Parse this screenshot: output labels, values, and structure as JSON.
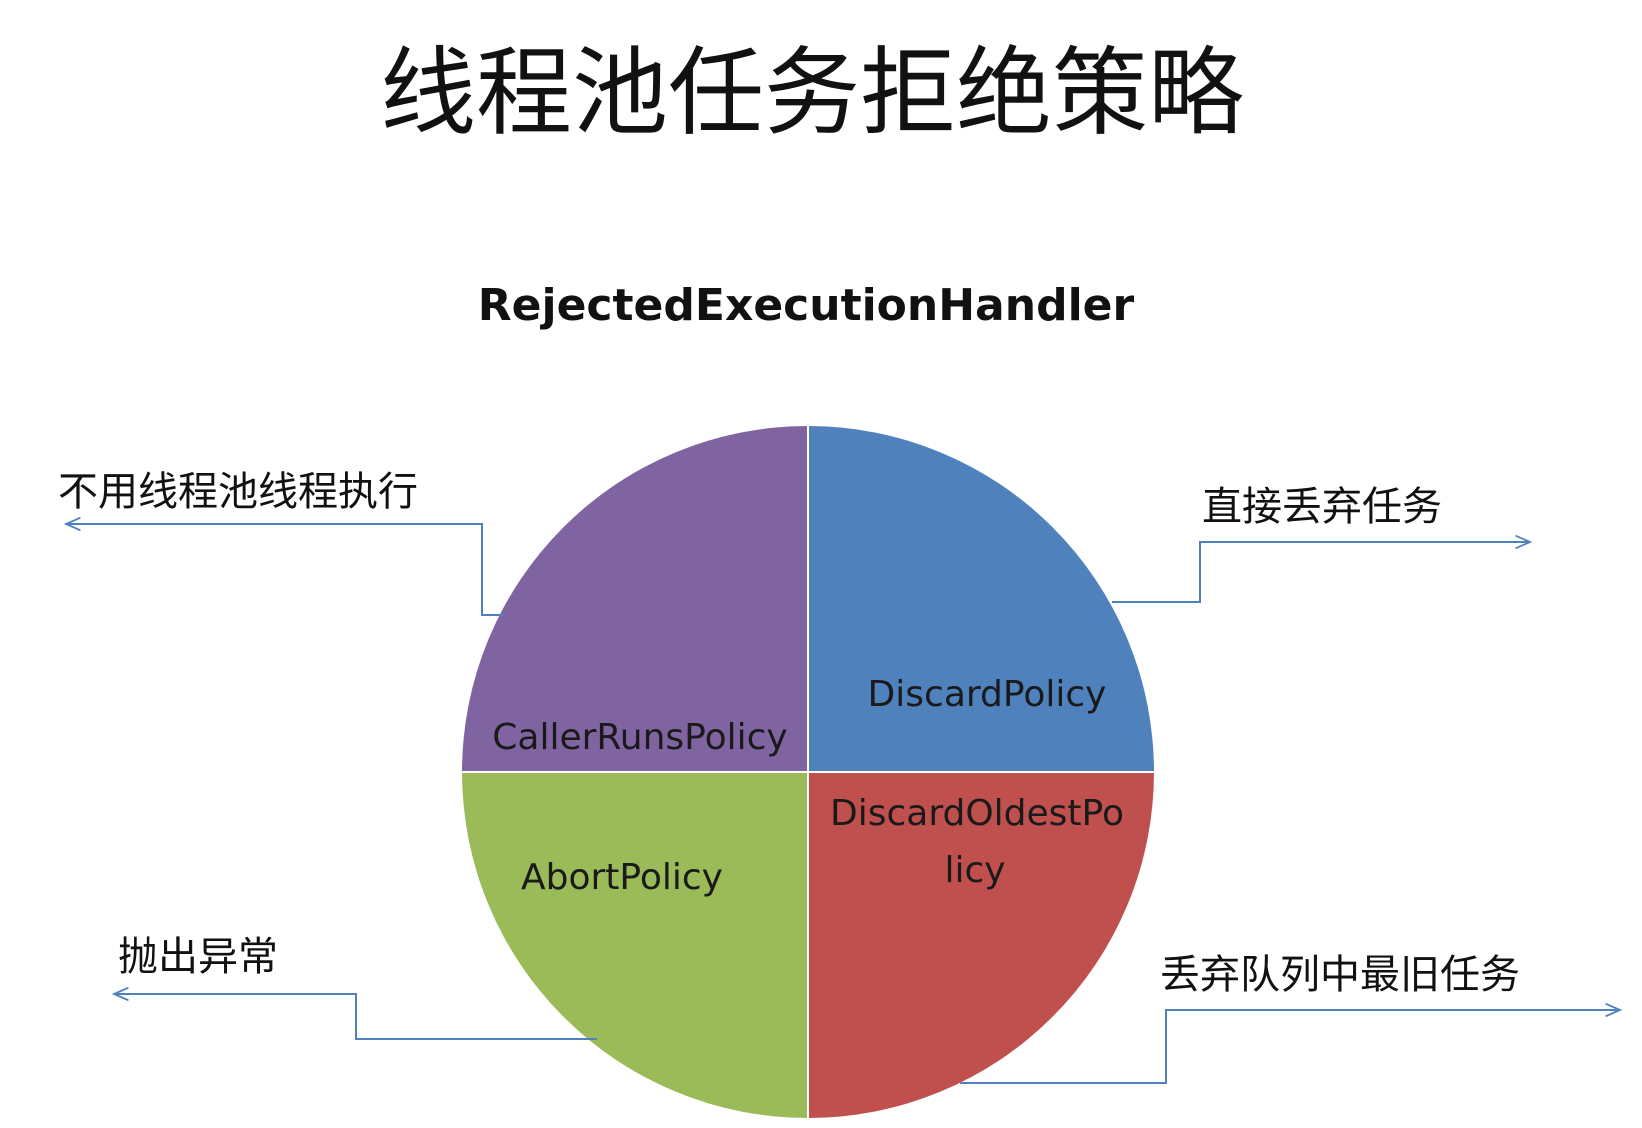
{
  "title": "线程池任务拒绝策略",
  "subtitle": "RejectedExecutionHandler",
  "slices": [
    {
      "id": "discard",
      "label": [
        "DiscardPolicy"
      ],
      "color": "#4f81bd"
    },
    {
      "id": "discard-oldest",
      "label": [
        "DiscardOldestPo",
        "licy"
      ],
      "color": "#c0504d"
    },
    {
      "id": "abort",
      "label": [
        "AbortPolicy"
      ],
      "color": "#9bbb59"
    },
    {
      "id": "caller-runs",
      "label": [
        "CallerRunsPolicy"
      ],
      "color": "#8064a2"
    }
  ],
  "callouts": {
    "discard": "直接丢弃任务",
    "discard_oldest": "丢弃队列中最旧任务",
    "abort": "抛出异常",
    "caller_runs": "不用线程池线程执行"
  },
  "line_color": "#4f81bd"
}
